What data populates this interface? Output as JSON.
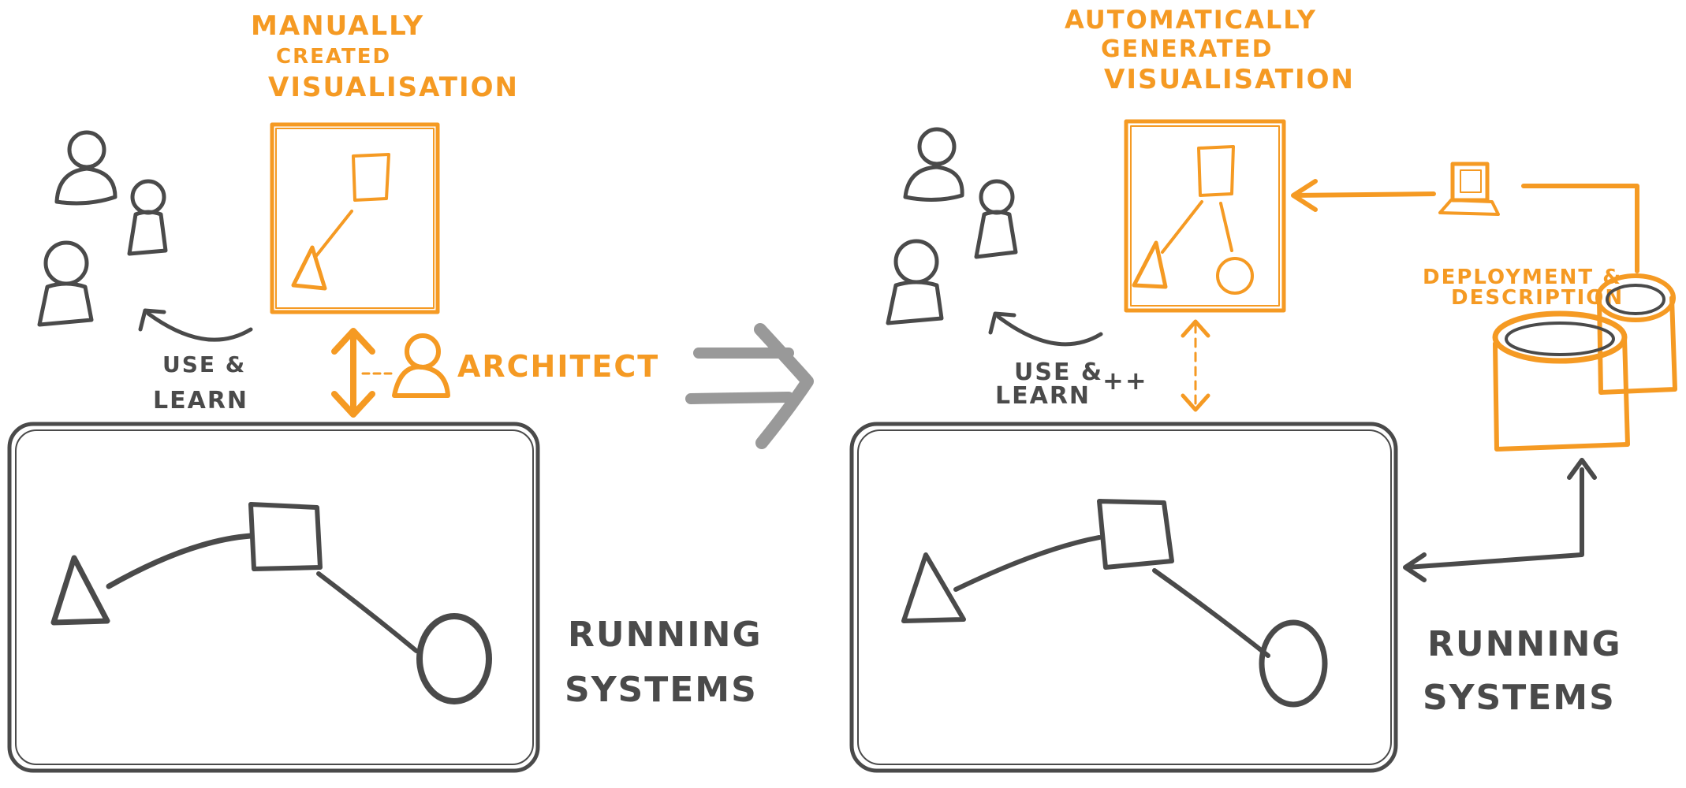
{
  "colors": {
    "accent": "#f59a23",
    "ink": "#4a4a4a",
    "arrow": "#999999"
  },
  "left": {
    "title_line1": "MANUALLY",
    "title_line2": "CREATED",
    "title_line3": "VISUALISATION",
    "architect_label": "ARCHITECT",
    "use_line1": "USE &",
    "use_line2": "LEARN",
    "running_line1": "RUNNING",
    "running_line2": "SYSTEMS"
  },
  "right": {
    "title_line1": "AUTOMATICALLY",
    "title_line2": "GENERATED",
    "title_line3": "VISUALISATION",
    "deployment_line1": "DEPLOYMENT &",
    "deployment_line2": "DESCRIPTION",
    "use_line1": "USE &",
    "use_line2": "LEARN",
    "plusplus": "++",
    "running_line1": "RUNNING",
    "running_line2": "SYSTEMS"
  },
  "icons": [
    "person-icon",
    "triangle-icon",
    "square-icon",
    "circle-icon",
    "laptop-icon",
    "database-icon",
    "transition-arrow-icon"
  ]
}
